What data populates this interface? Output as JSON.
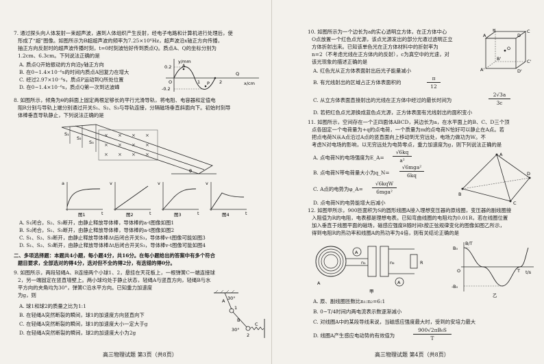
{
  "left_page": {
    "q7": {
      "stem": [
        "7. 通过探头向人体发射一束超声波，遇到人体组织产生反射，经电子电路和计算机进行处理后，使",
        "形成了“超”图像。如图所示为B超超声波的频率为7.25×10⁶Hz，超声波沿x轴正方向传播，",
        "抽正方向反射时的超声波传播时刻，t=0时刻波恰好传到质点Q。质点A、Q的坐标分别为",
        "1.2cm、6.3cm。下列说法正确的是"
      ],
      "options": [
        "A. 质点Q开始振动的方向沿y轴正方向",
        "B. 在0~1.4×10⁻⁶s的时间内质点A回复力在增大",
        "C. 经过2.97×10⁻⁶s，质点P运动到Q所处位置",
        "D. 在0~1.4×10⁻⁶s，质点Q第一次到达波峰"
      ],
      "figure": {
        "y_label": "y/mm",
        "x_label": "x/cm",
        "y_ticks": [
          "0.2",
          "-0.2"
        ],
        "points": [
          "A",
          "P",
          "Q",
          "O"
        ],
        "x_ticks": [
          "1",
          "2"
        ]
      }
    },
    "q8": {
      "stem": [
        "8. 如图所示，倾角为θ的斜面上固定两根足够长的平行光滑导轨，将电阻、电容器和定值电",
        "阻R分别与导轨上端分别通过开关S₁、S₂、S₃与导轨连接，分隔磁场垂直斜面向下。初始时刻导",
        "体棒垂直导轨静止，下列说法正确的是"
      ],
      "figure": {
        "switches": [
          "S₁",
          "S₂",
          "S₃"
        ],
        "angle": "θ",
        "cross": "×"
      },
      "graphs": [
        {
          "caption": "图1",
          "x": "t",
          "y": "a"
        },
        {
          "caption": "图2",
          "x": "t",
          "y": "v"
        },
        {
          "caption": "图3",
          "x": "t",
          "y": "v"
        },
        {
          "caption": "图4",
          "x": "t",
          "y": "v"
        }
      ],
      "options": [
        "A. S₁闭合，S₂、S₃断开，由静止释放导体棒，导体棒的a-t图像如图1",
        "B. S₂闭合，S₁、S₃断开，由静止释放导体棒，导体棒的a-t图像如图2",
        "C. S₁、S₂、S₃断开，由静止释放导体棒Δt后闭合开关S₃，导体棒v-t图像可能如图3",
        "D. S₁、S₂、S₃断开，由静止释放导体棒Δt后闭合开关S₃，导体棒v-t图像可能如图4"
      ]
    },
    "sec2": [
      "二、多项选择题：本题共4小题，每小题4分，共16分。在每小题给出的答案中有多个符合",
      "题目要求，全部选对的得4分，选对但不全的得2分，有选错的得0分。"
    ],
    "q9": {
      "stem": [
        "9. 如图所示，两段轻绳A、B连接两个小球1、2，悬挂在天花板上，一根弹簧C一端连接球",
        "2，另一端固定在竖直墙壁上。两小球均处于静止状态，轻绳A与竖直方向，轻绳B与水",
        "平方向的夹角均为30°，弹簧C沿水平方向。已知重力加速度",
        "为g，则"
      ],
      "options": [
        "A. 球1和球2的质量之比为1:1",
        "B. 在轻绳A突然断裂的瞬间，球1的加速度方向竖直向下",
        "C. 在轻绳A突然断裂的瞬间，球1的加速度大小一定大于g",
        "D. 在轻绳A突然断裂的瞬间，球2的加速度大小为2g"
      ],
      "figure": {
        "labels": [
          "A",
          "1",
          "B",
          "C",
          "2",
          "30°",
          "30°"
        ]
      }
    },
    "footer": "高三物理试题 第3页（共8页）"
  },
  "right_page": {
    "q10": {
      "stem": [
        "10. 如图所示为一个边长为a的实心透明立方体，在正方体中心",
        "O点放置一个红色点光源，该点光源发出的部分光通过透明正立",
        "方体折射出来。已知该单色光在正方体材料中的折射率为",
        "n=2（不考虑光线在正方体内的反射），c为真空中的光速，对",
        "该光现象的描述正确的是"
      ],
      "options": [
        "A. 红色光从正方体表面射出后光子能量减小",
        "B. 有光线射出的区域占正方体表面积的",
        "C. 从立方体表面直接射出的光线在正方体中经过的最长时间为",
        "D. 若把红色点光源换成蓝色点光源，正方体表面有光线射出的面积变小"
      ],
      "fraction_b": {
        "num": "π",
        "den": "12"
      },
      "fraction_c": {
        "num": "2√3a",
        "den": "3c"
      },
      "figure": {
        "labels": [
          "A",
          "B",
          "C",
          "D",
          "A'",
          "B'",
          "C'",
          "D'",
          "O"
        ]
      }
    },
    "q11": {
      "stem": [
        "11. 如图所示，空间存在一个正四面体ABCD，其边长为a，在水平面上的B、C、D三个顶",
        "点各固定一个电荷量为+q的点电荷，一个质量为m的点电荷N恰好可以静止在A点。若",
        "把点电荷N从A点沿过A点的竖直面向上移动到无穷远处，电场力做功为W。不",
        "考虑N对电场的影响，以无穷远处为电势零点，重力加速度为g，则下列说法正确的是"
      ],
      "options": [
        "A. 点电荷N的电场强度为E_A=",
        "B. 点电荷N带电荷量大小为q_N=",
        "C. A点的电势为φ_A=",
        "D. 点电荷N的电势能增大后减小"
      ],
      "fraction_a": {
        "num": "√6kq",
        "den": "a²"
      },
      "fraction_b": {
        "num": "√6mga²",
        "den": "6kq"
      },
      "fraction_c": {
        "num": "√6kqW",
        "den": "6mga²"
      },
      "figure": {
        "labels": [
          "A",
          "B",
          "C",
          "D"
        ]
      }
    },
    "q12": {
      "stem": [
        "12. 如图甲所示，900匝面积为S的圆形线圈A接入理想变压器的原线圈，变压器的副线圈接",
        "入阻值为R的电阻，电表都是理想电表。已知弯曲线圈的电阻均为0.01R，若在线圈位置",
        "加入垂直于线圈平面的磁场，磁感应强度B随时间t按正弦规律变化的图像如图乙所示，",
        "得到电阻R的热功率和线圈A的热功率为4倍，则有关结论正确的是"
      ],
      "options": [
        "A. 原、副线圈匝数比n₁:n₂=6:1",
        "B. 0~T/4时间内两电流表示数逐渐减小",
        "C. 对线圈A中的某段导线来说，当磁感应强度最大时，受到的安培力最大",
        "D. 线圈A产生感应电动势的有效值为"
      ],
      "fraction_d": {
        "num": "900√2πB₀S",
        "den": "T"
      },
      "figure_a": {
        "caption": "甲",
        "labels": [
          "A",
          "A",
          "n₁",
          "n₂",
          "R",
          "A"
        ]
      },
      "figure_b": {
        "caption": "乙",
        "labels": [
          "B/T",
          "B₀",
          "O",
          "-B₀",
          "T",
          "t/s"
        ]
      }
    },
    "footer": "高三物理试题 第4页（共8页）"
  }
}
